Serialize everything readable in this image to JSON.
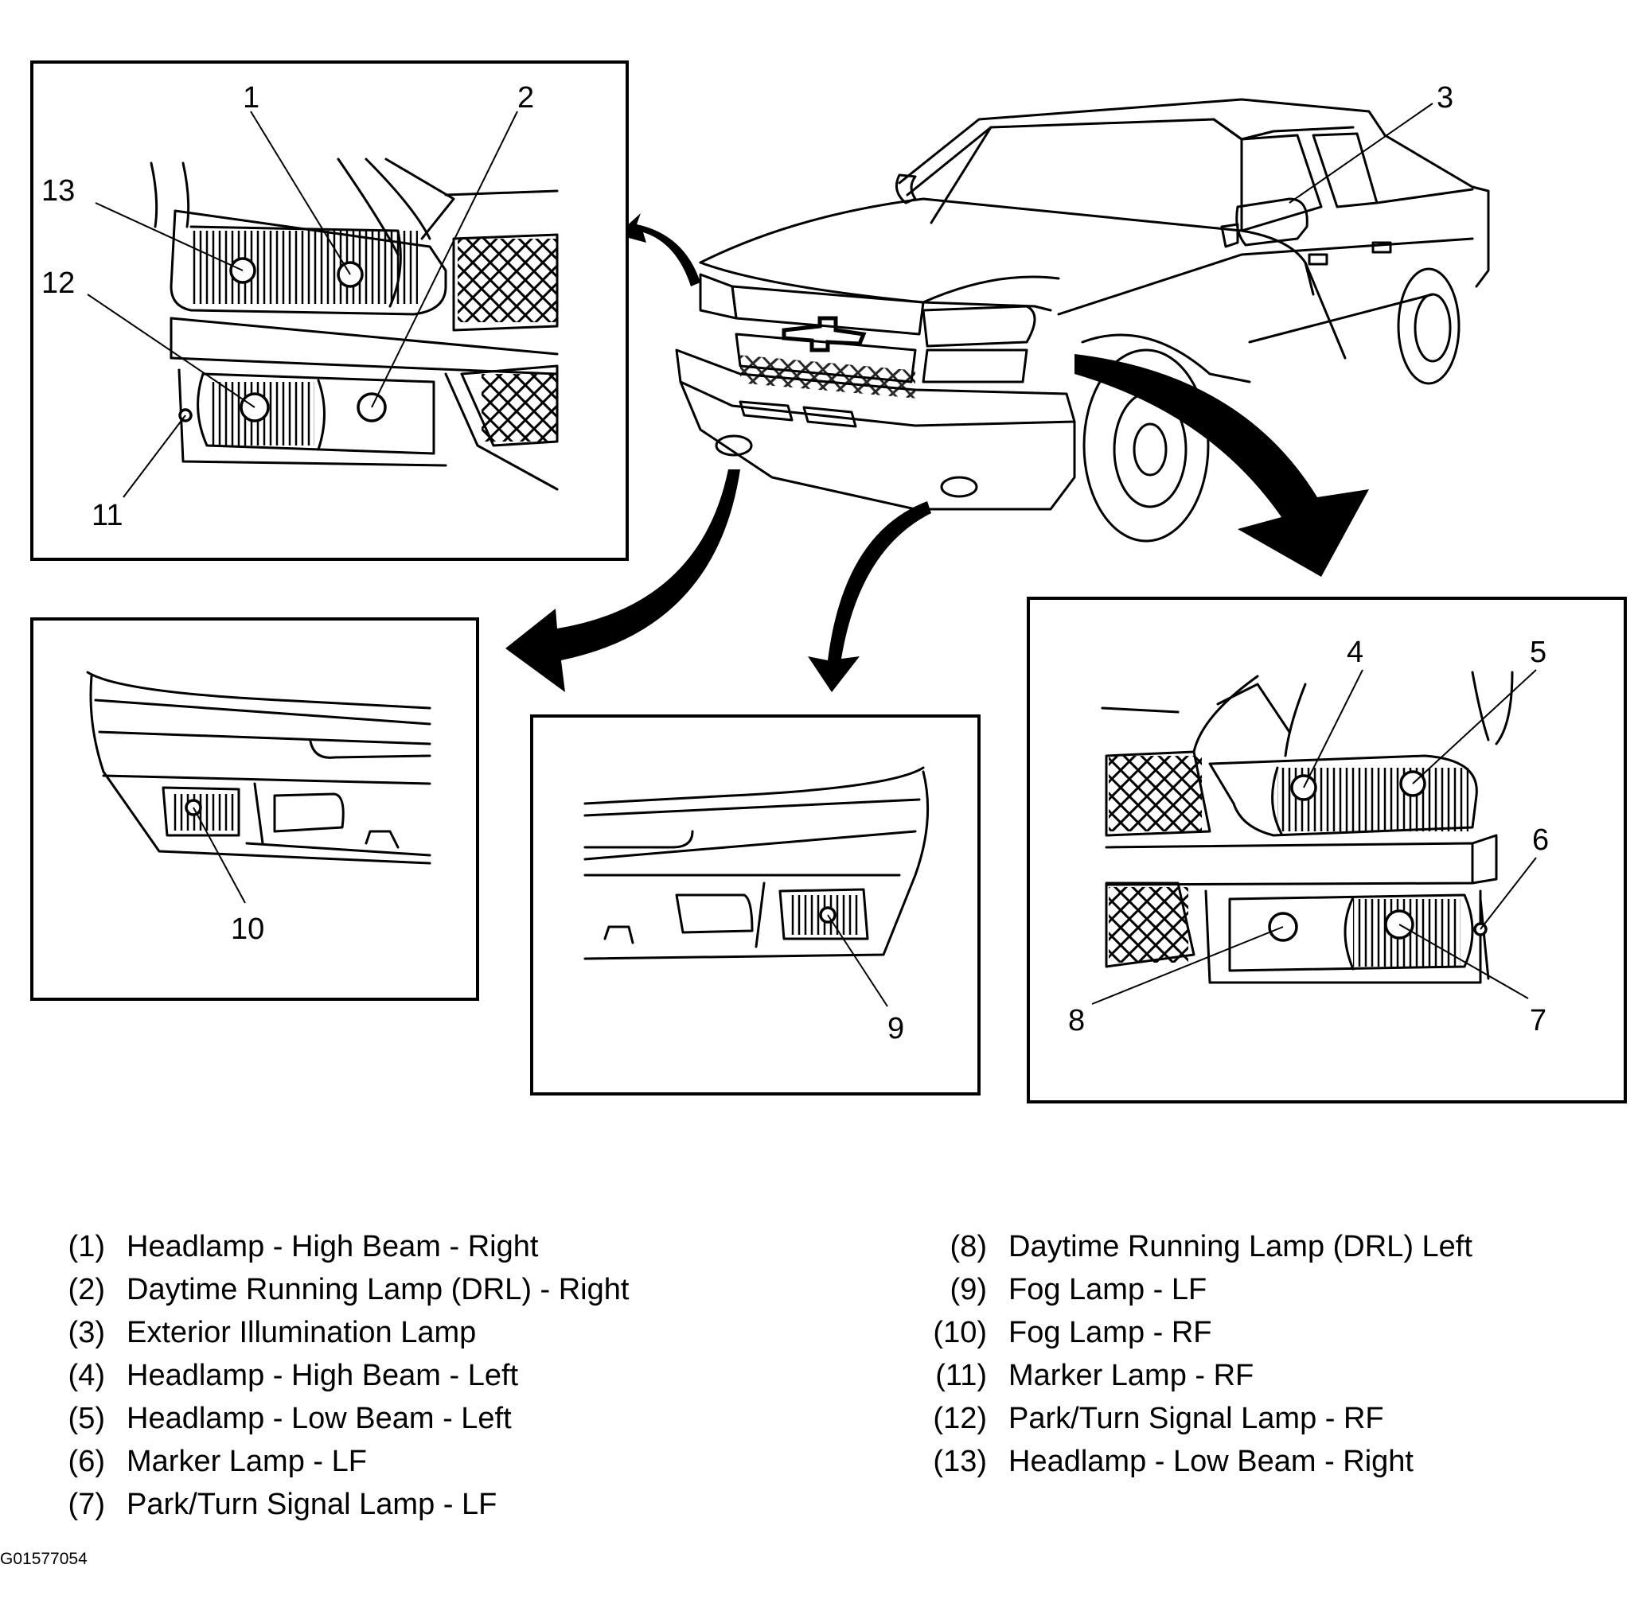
{
  "callouts": {
    "c1": "1",
    "c2": "2",
    "c3": "3",
    "c4": "4",
    "c5": "5",
    "c6": "6",
    "c7": "7",
    "c8": "8",
    "c9": "9",
    "c10": "10",
    "c11": "11",
    "c12": "12",
    "c13": "13"
  },
  "legend": {
    "left": [
      {
        "num": "(1)",
        "text": "Headlamp - High Beam - Right"
      },
      {
        "num": "(2)",
        "text": "Daytime Running Lamp (DRL) - Right"
      },
      {
        "num": "(3)",
        "text": "Exterior Illumination Lamp"
      },
      {
        "num": "(4)",
        "text": "Headlamp - High Beam - Left"
      },
      {
        "num": "(5)",
        "text": "Headlamp - Low Beam - Left"
      },
      {
        "num": "(6)",
        "text": "Marker Lamp - LF"
      },
      {
        "num": "(7)",
        "text": "Park/Turn Signal Lamp - LF"
      }
    ],
    "right": [
      {
        "num": "(8)",
        "text": "Daytime Running Lamp (DRL) Left"
      },
      {
        "num": "(9)",
        "text": "Fog Lamp - LF"
      },
      {
        "num": "(10)",
        "text": "Fog Lamp - RF"
      },
      {
        "num": "(11)",
        "text": "Marker Lamp - RF"
      },
      {
        "num": "(12)",
        "text": "Park/Turn Signal Lamp - RF"
      },
      {
        "num": "(13)",
        "text": "Headlamp - Low Beam - Right"
      }
    ]
  },
  "figure_id": "G01577054"
}
